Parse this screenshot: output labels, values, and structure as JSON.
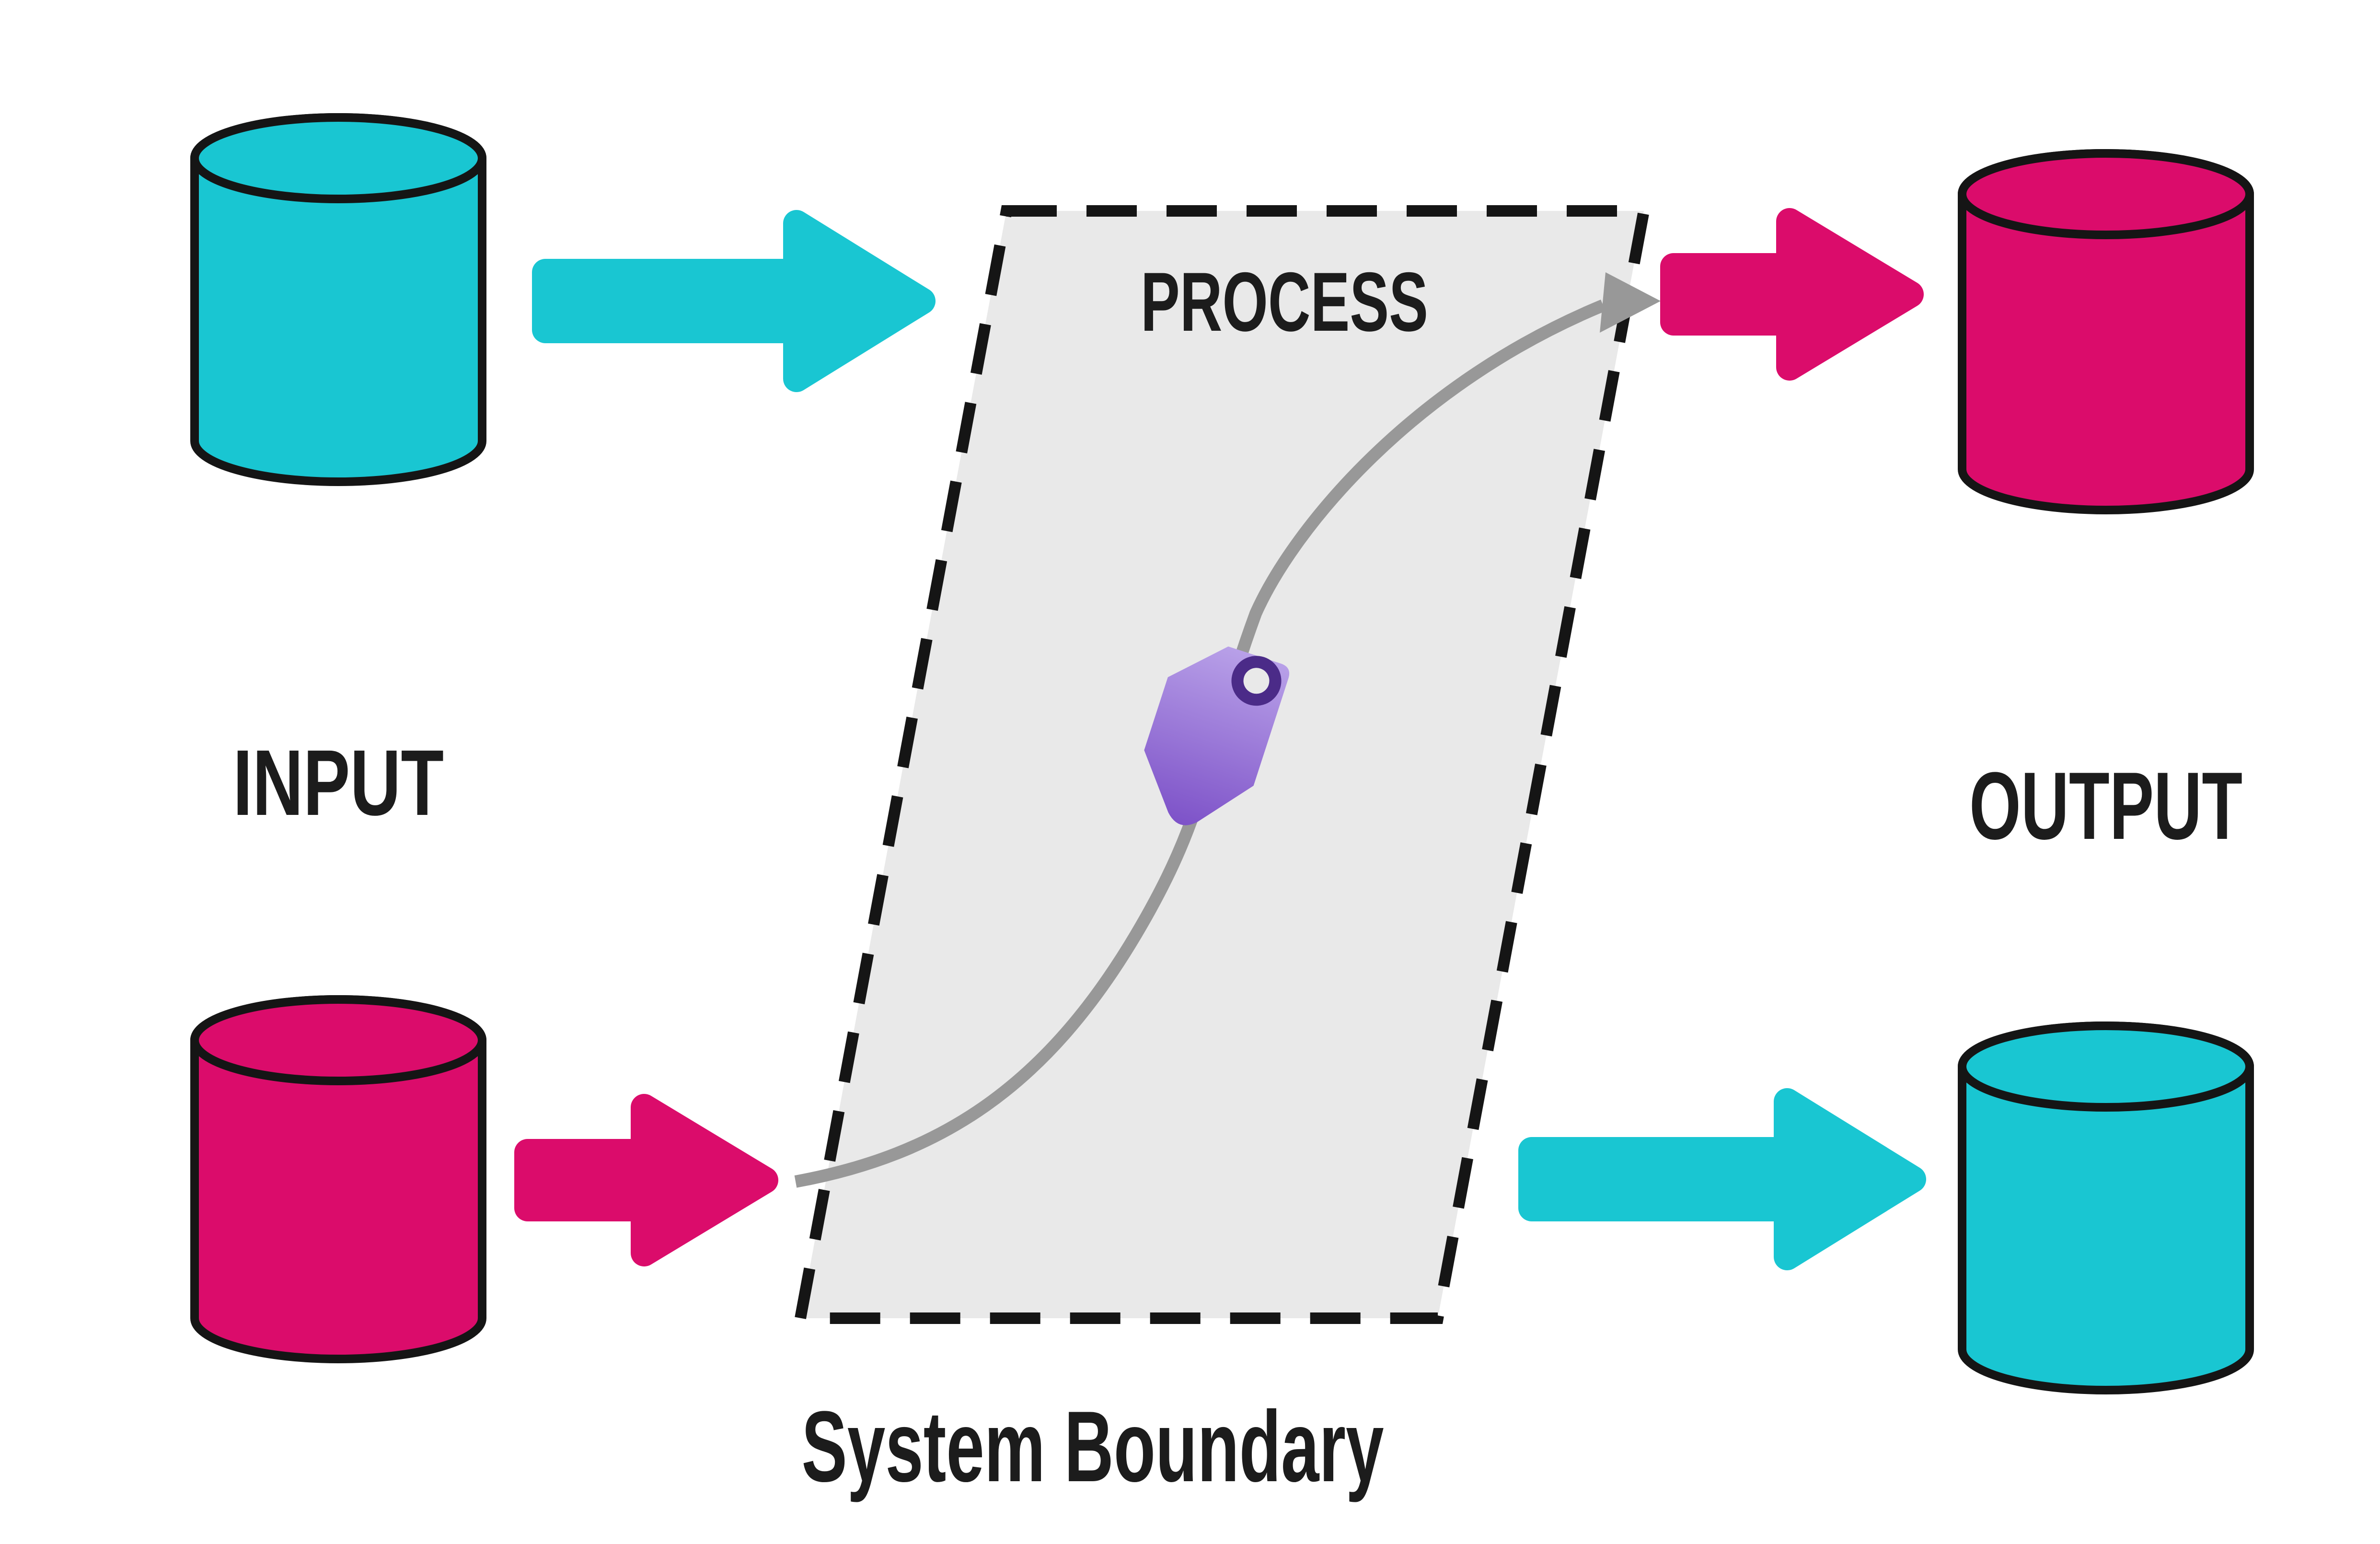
{
  "diagram": {
    "labels": {
      "process": "PROCESS",
      "system_boundary": "System Boundary",
      "input": "INPUT",
      "output": "OUTPUT"
    },
    "stores": {
      "input_top_color": "cyan",
      "input_bottom_color": "pink",
      "output_top_color": "pink",
      "output_bottom_color": "cyan"
    },
    "icons": {
      "tag": "price-tag-icon",
      "arrowhead": "arrowhead-right-icon"
    },
    "colors": {
      "background": "#FFFFFF",
      "cyan": "#19C6D2",
      "pink": "#DB0C6B",
      "outline": "#151515",
      "text": "#1C1C1C",
      "boundary_fill": "#E9E9E9",
      "boundary_stroke": "#151515",
      "flow_gray": "#989898",
      "tag_light": "#B8A0E8",
      "tag_dark": "#7B4FC7",
      "tag_ring": "#4B2B88",
      "tag_hole": "#E9E9E9"
    }
  }
}
